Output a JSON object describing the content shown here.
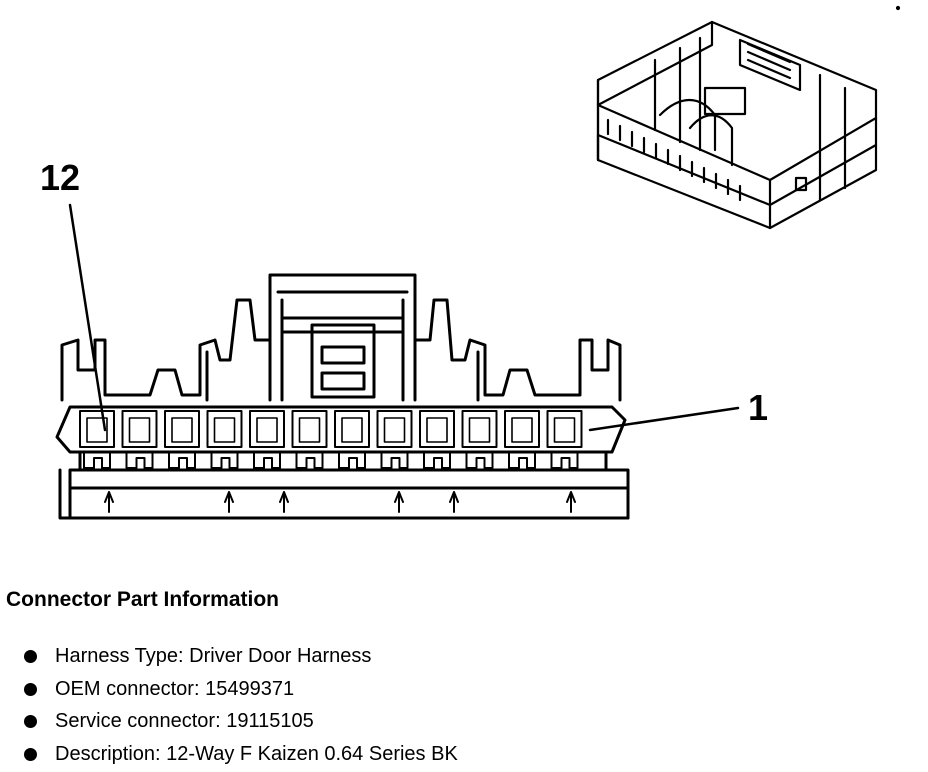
{
  "diagram": {
    "callouts": {
      "pin_12": "12",
      "pin_1": "1"
    },
    "pin_count": 12,
    "stroke_color": "#000000"
  },
  "section": {
    "title": "Connector Part Information",
    "items": [
      {
        "label": "Harness Type:",
        "value": "Driver Door Harness"
      },
      {
        "label": "OEM connector:",
        "value": "15499371"
      },
      {
        "label": "Service connector:",
        "value": "19115105"
      },
      {
        "label": "Description:",
        "value": "12-Way F Kaizen 0.64 Series BK"
      }
    ]
  }
}
